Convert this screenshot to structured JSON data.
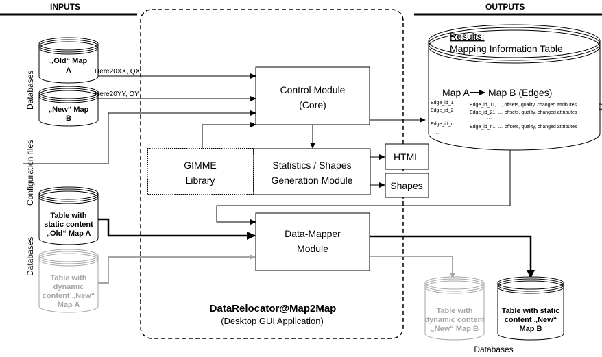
{
  "headers": {
    "inputs": "INPUTS",
    "outputs": "OUTPUTS"
  },
  "side_labels": {
    "databases_top": "Databases",
    "config_files": "Configuration files",
    "databases_bottom": "Databases"
  },
  "input_dbs": {
    "old_map": [
      "„Old“ Map",
      "A"
    ],
    "new_map": [
      "„New“ Map",
      "B"
    ],
    "static_old": [
      "Table with",
      "static content",
      "„Old“ Map A"
    ],
    "dynamic_new": [
      "Table with",
      "dynamic",
      "content „New“",
      "Map A"
    ]
  },
  "edge_labels": {
    "old": "Here20XX, QX",
    "new": "Here20YY, QY"
  },
  "modules": {
    "control": [
      "Control Module",
      "(Core)"
    ],
    "gimme": [
      "GIMME",
      "Library"
    ],
    "stats": [
      "Statistics / Shapes",
      "Generation Module"
    ],
    "html": "HTML",
    "shapes": "Shapes",
    "datamapper": [
      "Data-Mapper",
      "Module"
    ]
  },
  "app": {
    "title": "DataRelocator@Map2Map",
    "subtitle": "(Desktop GUI Application)"
  },
  "results": {
    "title": "Results:",
    "subtitle": "Mapping Information Table",
    "map_a": "Map A",
    "map_b": "Map B (Edges)",
    "rows": [
      {
        "left": "Edge_id_1",
        "right": "Edge_id_11, ..., offsets, quality, changed attributes"
      },
      {
        "left": "Edge_id_2",
        "right": "Edge_id_21, ..., offsets, quality, changed attributes"
      },
      {
        "left": "Edge_id_n",
        "right": "Edge_id_n1, ..., offsets, quality, changed attributes"
      }
    ],
    "dots": "...",
    "cut_edge_glyph": "D"
  },
  "output_dbs": {
    "dynamic_new_b": [
      "Table with",
      "dynamic content",
      "„New“ Map B"
    ],
    "static_new_b": [
      "Table with static",
      "content „New“",
      "Map B"
    ],
    "label": "Databases"
  },
  "colors": {
    "black": "#000000",
    "gray": "#a6a6a6",
    "white": "#ffffff"
  }
}
